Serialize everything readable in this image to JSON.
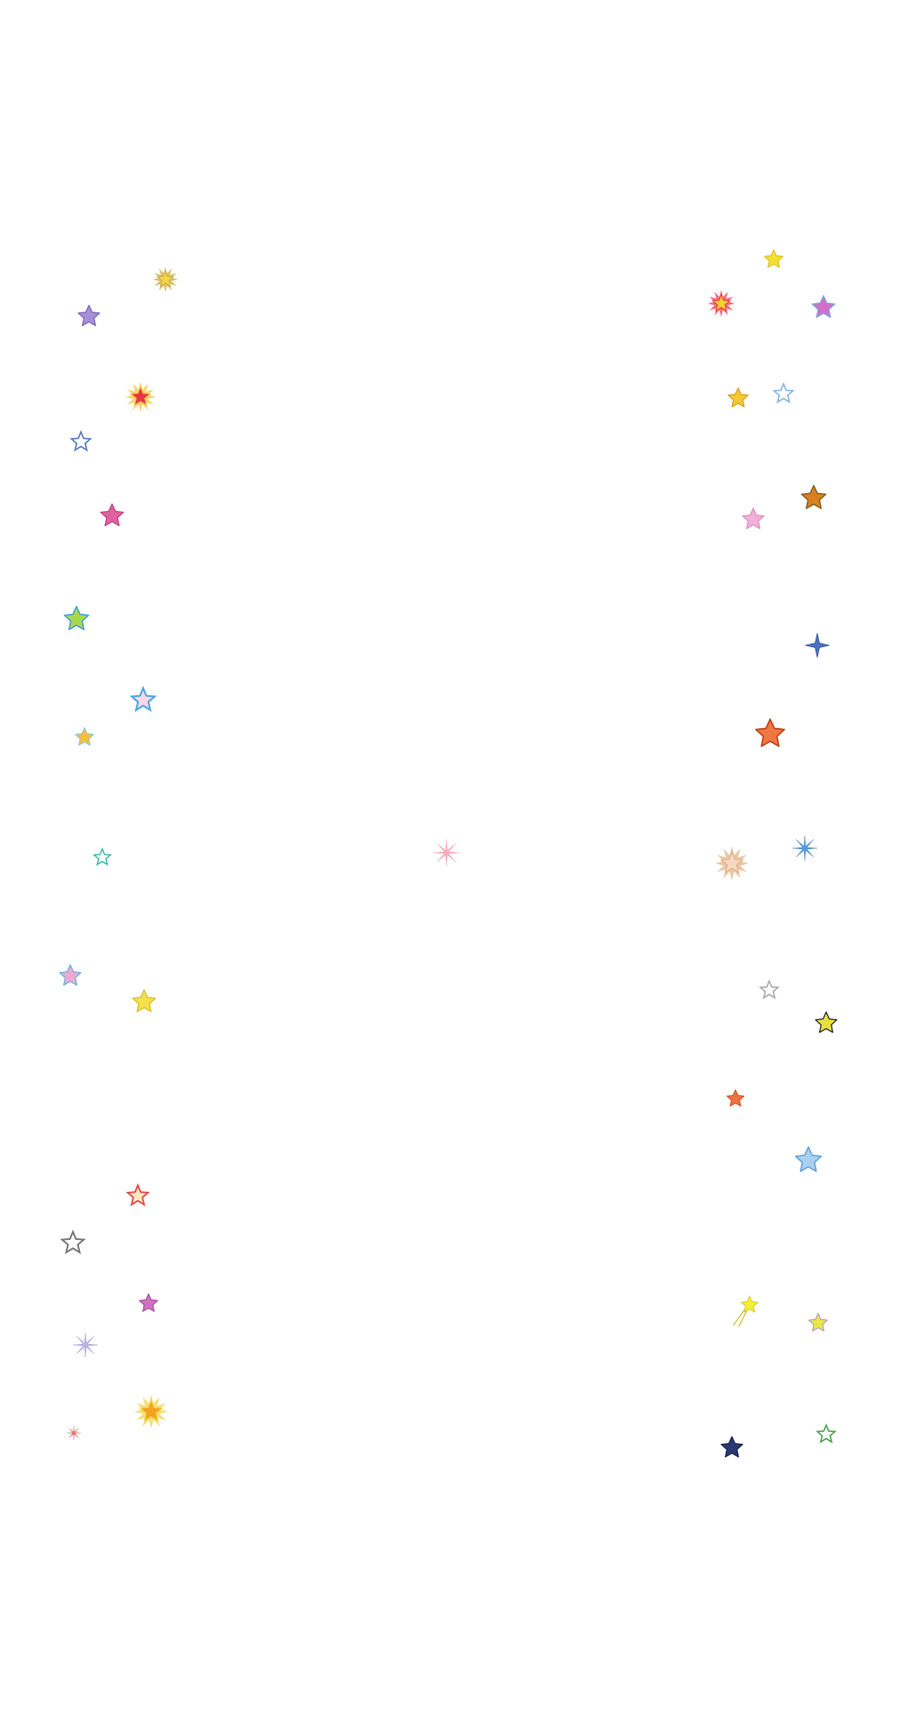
{
  "stars": [
    {
      "icon": "starburst-icon",
      "fill": "#f3d64a",
      "stroke": "#c9a93a"
    },
    {
      "icon": "star-icon",
      "fill": "#a58fd8",
      "stroke": "#7a64b5"
    },
    {
      "icon": "starburst-icon",
      "fill": "#e8344a",
      "stroke": "#f5c23a"
    },
    {
      "icon": "star-outline-icon",
      "fill": "none",
      "stroke": "#5b7fc2"
    },
    {
      "icon": "star-icon",
      "fill": "#e060a0",
      "stroke": "#c04888"
    },
    {
      "icon": "star-icon",
      "fill": "#a8d84a",
      "stroke": "#3a9ad8"
    },
    {
      "icon": "star-outline-icon",
      "fill": "#f8d8e8",
      "stroke": "#4aa8e8"
    },
    {
      "icon": "star-icon",
      "fill": "#f5c03a",
      "stroke": "#8ac8e8"
    },
    {
      "icon": "star-outline-icon",
      "fill": "none",
      "stroke": "#3ab8a8"
    },
    {
      "icon": "star-icon",
      "fill": "#f0a8d0",
      "stroke": "#6ab0e0"
    },
    {
      "icon": "star-icon",
      "fill": "#f3e04a",
      "stroke": "#d8c030"
    },
    {
      "icon": "star-outline-icon",
      "fill": "#fce8c0",
      "stroke": "#e84a4a"
    },
    {
      "icon": "star-outline-icon",
      "fill": "none",
      "stroke": "#777777"
    },
    {
      "icon": "star-icon",
      "fill": "#d070c0",
      "stroke": "#a050a0"
    },
    {
      "icon": "sparkle-icon",
      "fill": "#b0a8e0",
      "stroke": "#9088d0"
    },
    {
      "icon": "starburst-icon",
      "fill": "#f5a020",
      "stroke": "#f0d040"
    },
    {
      "icon": "sparkle-icon",
      "fill": "#e05858",
      "stroke": "#c04040"
    },
    {
      "icon": "sparkle-icon",
      "fill": "#f0a0b0",
      "stroke": "#f0a0b0"
    },
    {
      "icon": "star-icon",
      "fill": "#f5e030",
      "stroke": "#d8c020"
    },
    {
      "icon": "starburst-icon",
      "fill": "#f5d030",
      "stroke": "#e83040"
    },
    {
      "icon": "star-icon",
      "fill": "#d070c8",
      "stroke": "#80a8e0"
    },
    {
      "icon": "star-icon",
      "fill": "#f5c830",
      "stroke": "#d8a020"
    },
    {
      "icon": "star-outline-icon",
      "fill": "none",
      "stroke": "#8ab8e8"
    },
    {
      "icon": "star-icon",
      "fill": "#d88020",
      "stroke": "#806020"
    },
    {
      "icon": "star-icon",
      "fill": "#f0b0d8",
      "stroke": "#e090c0"
    },
    {
      "icon": "four-point-star-icon",
      "fill": "#4a70c0",
      "stroke": "#2a4a90"
    },
    {
      "icon": "star-icon",
      "fill": "#f07840",
      "stroke": "#c04020"
    },
    {
      "icon": "starburst-icon",
      "fill": "#f8d8c0",
      "stroke": "#e0b080"
    },
    {
      "icon": "sparkle-icon",
      "fill": "#3a88d0",
      "stroke": "#2a68b0"
    },
    {
      "icon": "star-outline-icon",
      "fill": "none",
      "stroke": "#aaaaaa"
    },
    {
      "icon": "star-icon",
      "fill": "#e8e040",
      "stroke": "#222222"
    },
    {
      "icon": "star-icon",
      "fill": "#f07040",
      "stroke": "#d05020"
    },
    {
      "icon": "star-icon",
      "fill": "#a8d0f0",
      "stroke": "#60a0d8"
    },
    {
      "icon": "shooting-star-icon",
      "fill": "#f5f030",
      "stroke": "#c8c020"
    },
    {
      "icon": "star-icon",
      "fill": "#e8e840",
      "stroke": "#b090d8"
    },
    {
      "icon": "star-icon",
      "fill": "#283870",
      "stroke": "#1a2450"
    },
    {
      "icon": "star-outline-icon",
      "fill": "none",
      "stroke": "#50a050"
    }
  ]
}
